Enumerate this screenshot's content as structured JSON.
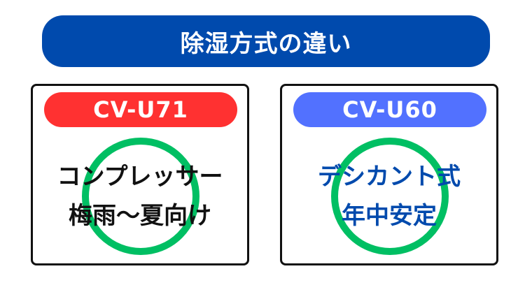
{
  "title": "除湿方式の違い",
  "colors": {
    "title_bg": "#004aad",
    "left_pill": "#ff3131",
    "right_pill": "#5271ff",
    "ring": "#00bf63",
    "left_text": "#111111",
    "right_text": "#004aad"
  },
  "cards": [
    {
      "model": "CV-U71",
      "lines": [
        "コンプレッサー",
        "梅雨〜夏向け"
      ],
      "icon": "circle-mark-icon"
    },
    {
      "model": "CV-U60",
      "lines": [
        "デシカント式",
        "年中安定"
      ],
      "icon": "circle-mark-icon"
    }
  ]
}
